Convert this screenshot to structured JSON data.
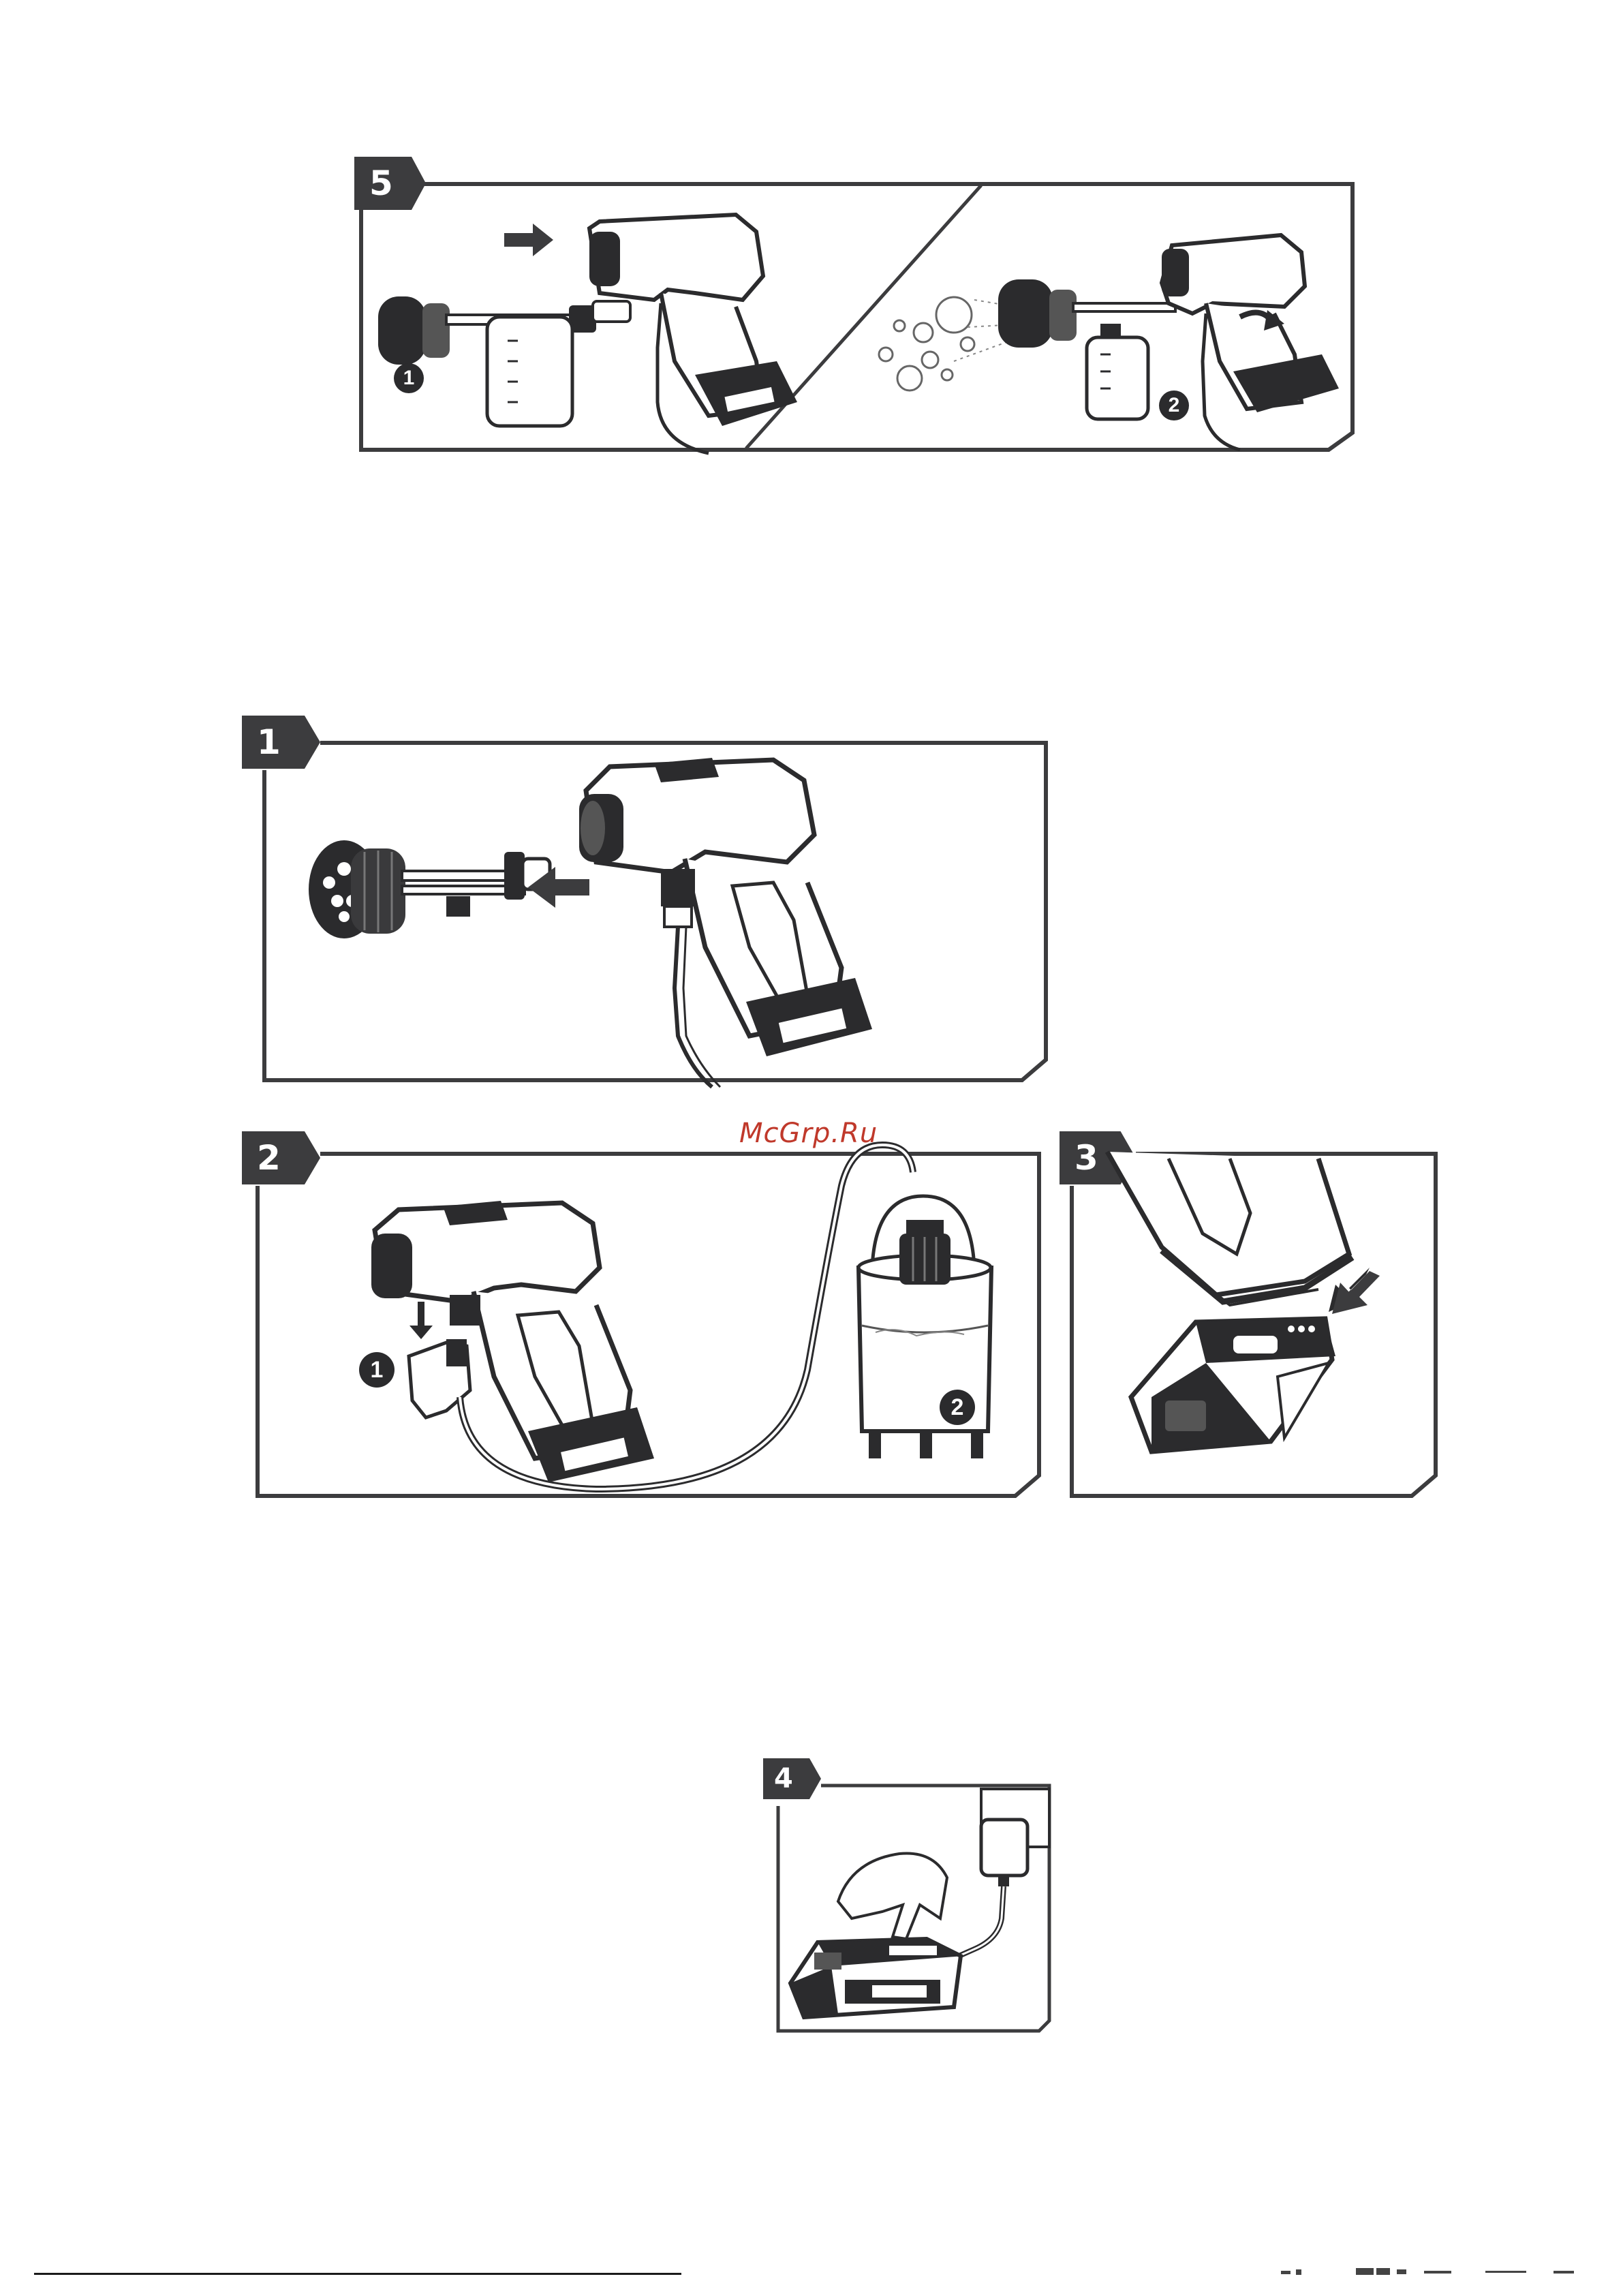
{
  "watermark": {
    "text": "McGrp.Ru"
  },
  "steps": [
    {
      "id": "5",
      "label": "5",
      "callouts": [
        "1",
        "2"
      ]
    },
    {
      "id": "1",
      "label": "1",
      "callouts": []
    },
    {
      "id": "2",
      "label": "2",
      "callouts": [
        "1",
        "2"
      ]
    },
    {
      "id": "3",
      "label": "3",
      "callouts": []
    },
    {
      "id": "4",
      "label": "4",
      "callouts": []
    }
  ],
  "colors": {
    "frame": "#3c3c3e",
    "ink": "#2b2b2d",
    "watermark": "#c0392b"
  },
  "icons": [
    "spray-gun-icon",
    "nozzle-lance-icon",
    "foam-bottle-icon",
    "battery-icon",
    "bucket-icon",
    "hose-icon",
    "charger-icon",
    "hand-icon",
    "arrow-icon",
    "bubbles-icon"
  ]
}
